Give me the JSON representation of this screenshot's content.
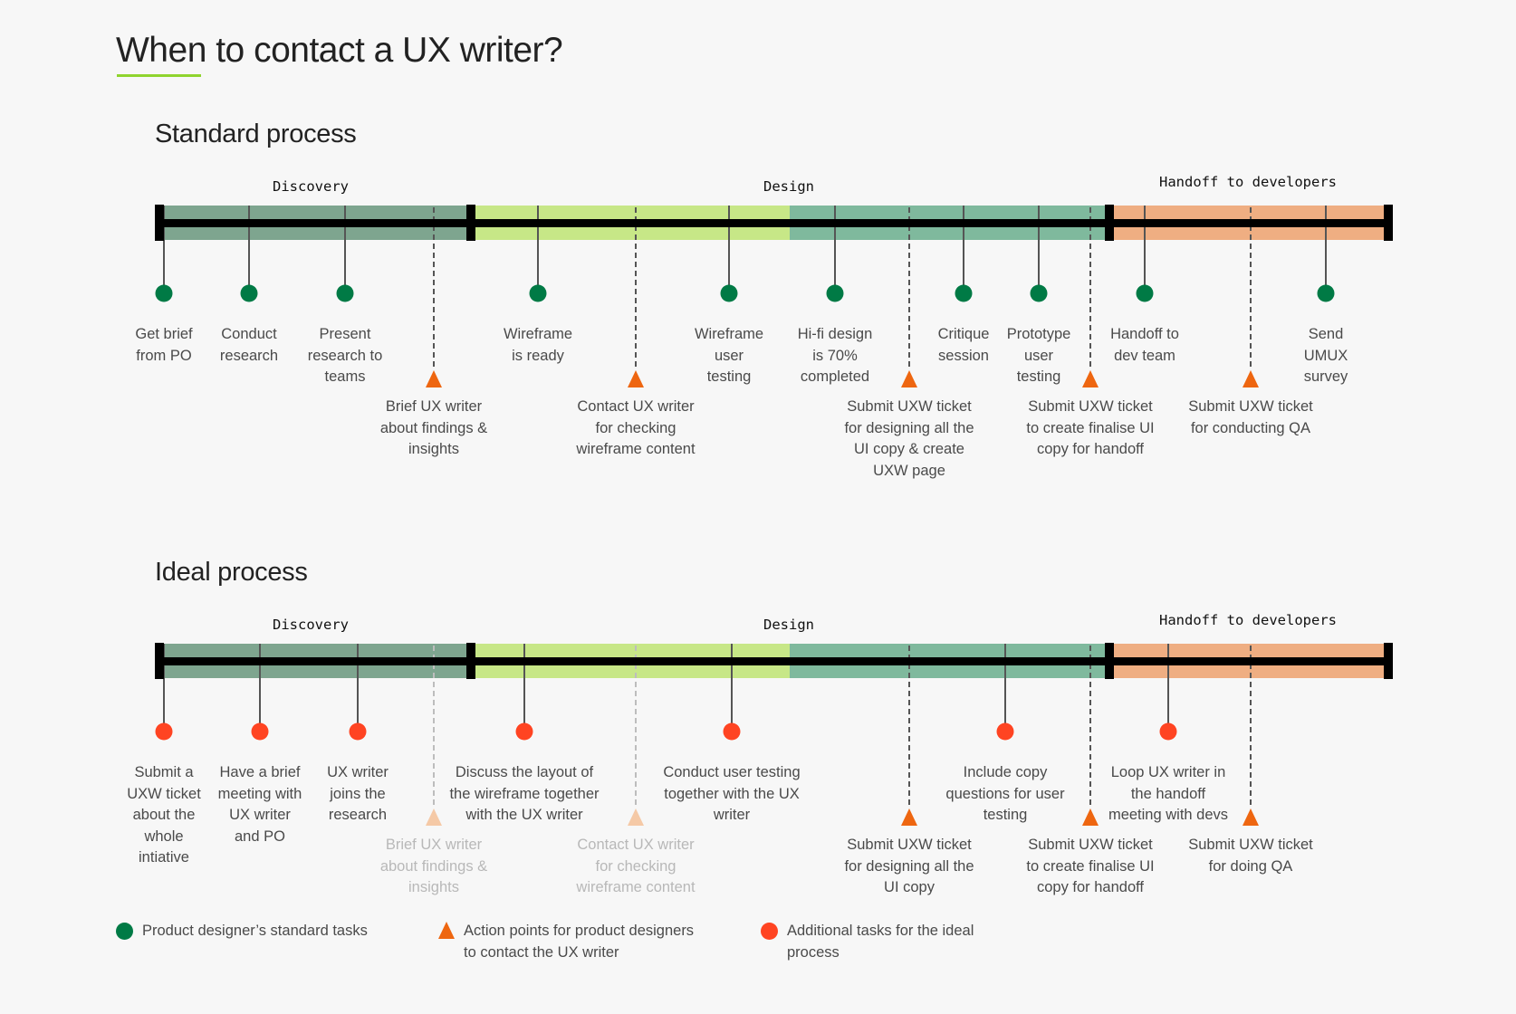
{
  "title": "When to contact a UX writer?",
  "colors": {
    "accent_underline": "#8fd42e",
    "discovery": "#7ea58f",
    "design_early": "#c7e787",
    "design_late": "#7fb99d",
    "handoff": "#efae82",
    "standard_task": "#007a45",
    "action_point": "#ee6610",
    "action_point_faded": "#f5c9a6",
    "additional_task": "#ff4422"
  },
  "phases": [
    "Discovery",
    "Design",
    "Handoff to developers"
  ],
  "standard_process": {
    "title": "Standard process",
    "markers": [
      {
        "type": "task",
        "label": "Get brief\nfrom PO"
      },
      {
        "type": "task",
        "label": "Conduct\nresearch"
      },
      {
        "type": "task",
        "label": "Present\nresearch to\nteams"
      },
      {
        "type": "action",
        "label": "Brief UX writer\nabout findings &\ninsights"
      },
      {
        "type": "task",
        "label": "Wireframe\nis ready"
      },
      {
        "type": "action",
        "label": "Contact UX writer\nfor checking\nwireframe content"
      },
      {
        "type": "task",
        "label": "Wireframe\nuser\ntesting"
      },
      {
        "type": "task",
        "label": "Hi-fi design\nis 70%\ncompleted"
      },
      {
        "type": "action",
        "label": "Submit UXW ticket\nfor designing all the\nUI copy & create\nUXW page"
      },
      {
        "type": "task",
        "label": "Critique\nsession"
      },
      {
        "type": "task",
        "label": "Prototype\nuser\ntesting"
      },
      {
        "type": "action",
        "label": "Submit UXW ticket\nto create finalise UI\ncopy for handoff"
      },
      {
        "type": "task",
        "label": "Handoff to\ndev team"
      },
      {
        "type": "action",
        "label": "Submit UXW ticket\nfor conducting QA"
      },
      {
        "type": "task",
        "label": "Send\nUMUX\nsurvey"
      }
    ]
  },
  "ideal_process": {
    "title": "Ideal process",
    "markers": [
      {
        "type": "additional",
        "label": "Submit a\nUXW ticket\nabout the\nwhole\nintiative"
      },
      {
        "type": "additional",
        "label": "Have a brief\nmeeting with\nUX writer\nand PO"
      },
      {
        "type": "additional",
        "label": "UX writer\njoins the\nresearch"
      },
      {
        "type": "action-faded",
        "label": "Brief UX writer\nabout findings &\ninsights"
      },
      {
        "type": "additional",
        "label": "Discuss the layout of\nthe wireframe together\nwith the UX writer"
      },
      {
        "type": "action-faded",
        "label": "Contact UX writer\nfor checking\nwireframe content"
      },
      {
        "type": "additional",
        "label": "Conduct user testing\ntogether with the UX\nwriter"
      },
      {
        "type": "action",
        "label": "Submit UXW ticket\nfor designing all the\nUI copy"
      },
      {
        "type": "additional",
        "label": "Include copy\nquestions for user\ntesting"
      },
      {
        "type": "action",
        "label": "Submit UXW ticket\nto create finalise UI\ncopy for handoff"
      },
      {
        "type": "additional",
        "label": "Loop UX writer in\nthe handoff\nmeeting with devs"
      },
      {
        "type": "action",
        "label": "Submit UXW ticket\nfor doing QA"
      }
    ]
  },
  "legend": [
    {
      "type": "task",
      "label": "Product designer’s standard tasks"
    },
    {
      "type": "action",
      "label": "Action points for product designers\nto contact the UX writer"
    },
    {
      "type": "additional",
      "label": "Additional tasks for the ideal\nprocess"
    }
  ]
}
